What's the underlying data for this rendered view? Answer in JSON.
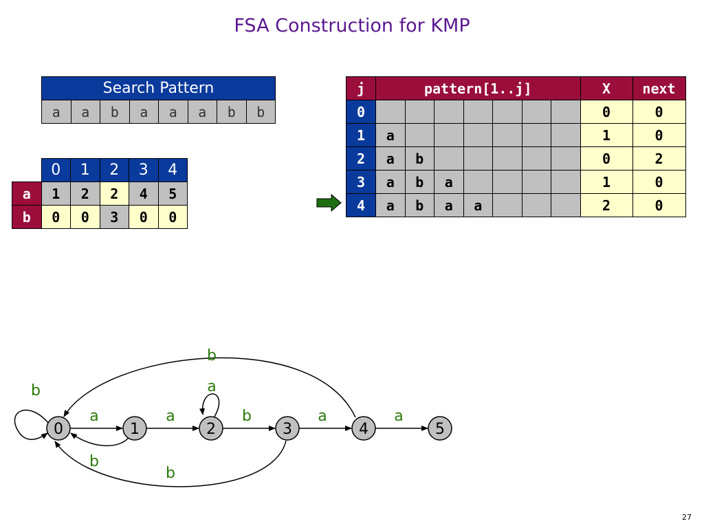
{
  "title": "FSA Construction for KMP",
  "page_number": "27",
  "search_pattern": {
    "caption": "Search Pattern",
    "chars": [
      "a",
      "a",
      "b",
      "a",
      "a",
      "a",
      "b",
      "b"
    ]
  },
  "dfa_table": {
    "states": [
      "0",
      "1",
      "2",
      "3",
      "4"
    ],
    "rows": [
      {
        "label": "a",
        "values": [
          "1",
          "2",
          "2",
          "4",
          "5"
        ]
      },
      {
        "label": "b",
        "values": [
          "0",
          "0",
          "3",
          "0",
          "0"
        ]
      }
    ]
  },
  "kmp_table": {
    "headers": {
      "j": "j",
      "pattern": "pattern[1..j]",
      "x": "X",
      "next": "next"
    },
    "rows": [
      {
        "j": "0",
        "pattern": [
          "",
          "",
          "",
          "",
          "",
          "",
          ""
        ],
        "x": "0",
        "next": "0"
      },
      {
        "j": "1",
        "pattern": [
          "a",
          "",
          "",
          "",
          "",
          "",
          ""
        ],
        "x": "1",
        "next": "0"
      },
      {
        "j": "2",
        "pattern": [
          "a",
          "b",
          "",
          "",
          "",
          "",
          ""
        ],
        "x": "0",
        "next": "2"
      },
      {
        "j": "3",
        "pattern": [
          "a",
          "b",
          "a",
          "",
          "",
          "",
          ""
        ],
        "x": "1",
        "next": "0"
      },
      {
        "j": "4",
        "pattern": [
          "a",
          "b",
          "a",
          "a",
          "",
          "",
          ""
        ],
        "x": "2",
        "next": "0"
      }
    ],
    "current_row_indicator": "right-arrow-icon"
  },
  "fsa_diagram": {
    "states": [
      "0",
      "1",
      "2",
      "3",
      "4",
      "5"
    ],
    "edge_labels": {
      "e00": "b",
      "e01": "a",
      "e12": "a",
      "e22": "a",
      "e23": "b",
      "e34": "a",
      "e45": "a",
      "e10": "b",
      "e30": "b",
      "e40": "b"
    }
  },
  "colors": {
    "blue_header": "#0a3a9c",
    "red_header": "#9b0e3b",
    "gray": "#c0c0c0",
    "cream": "#ffffcc",
    "title": "#5a1890",
    "edge_label": "#2a7a0a",
    "arrow": "#1e6e10"
  }
}
